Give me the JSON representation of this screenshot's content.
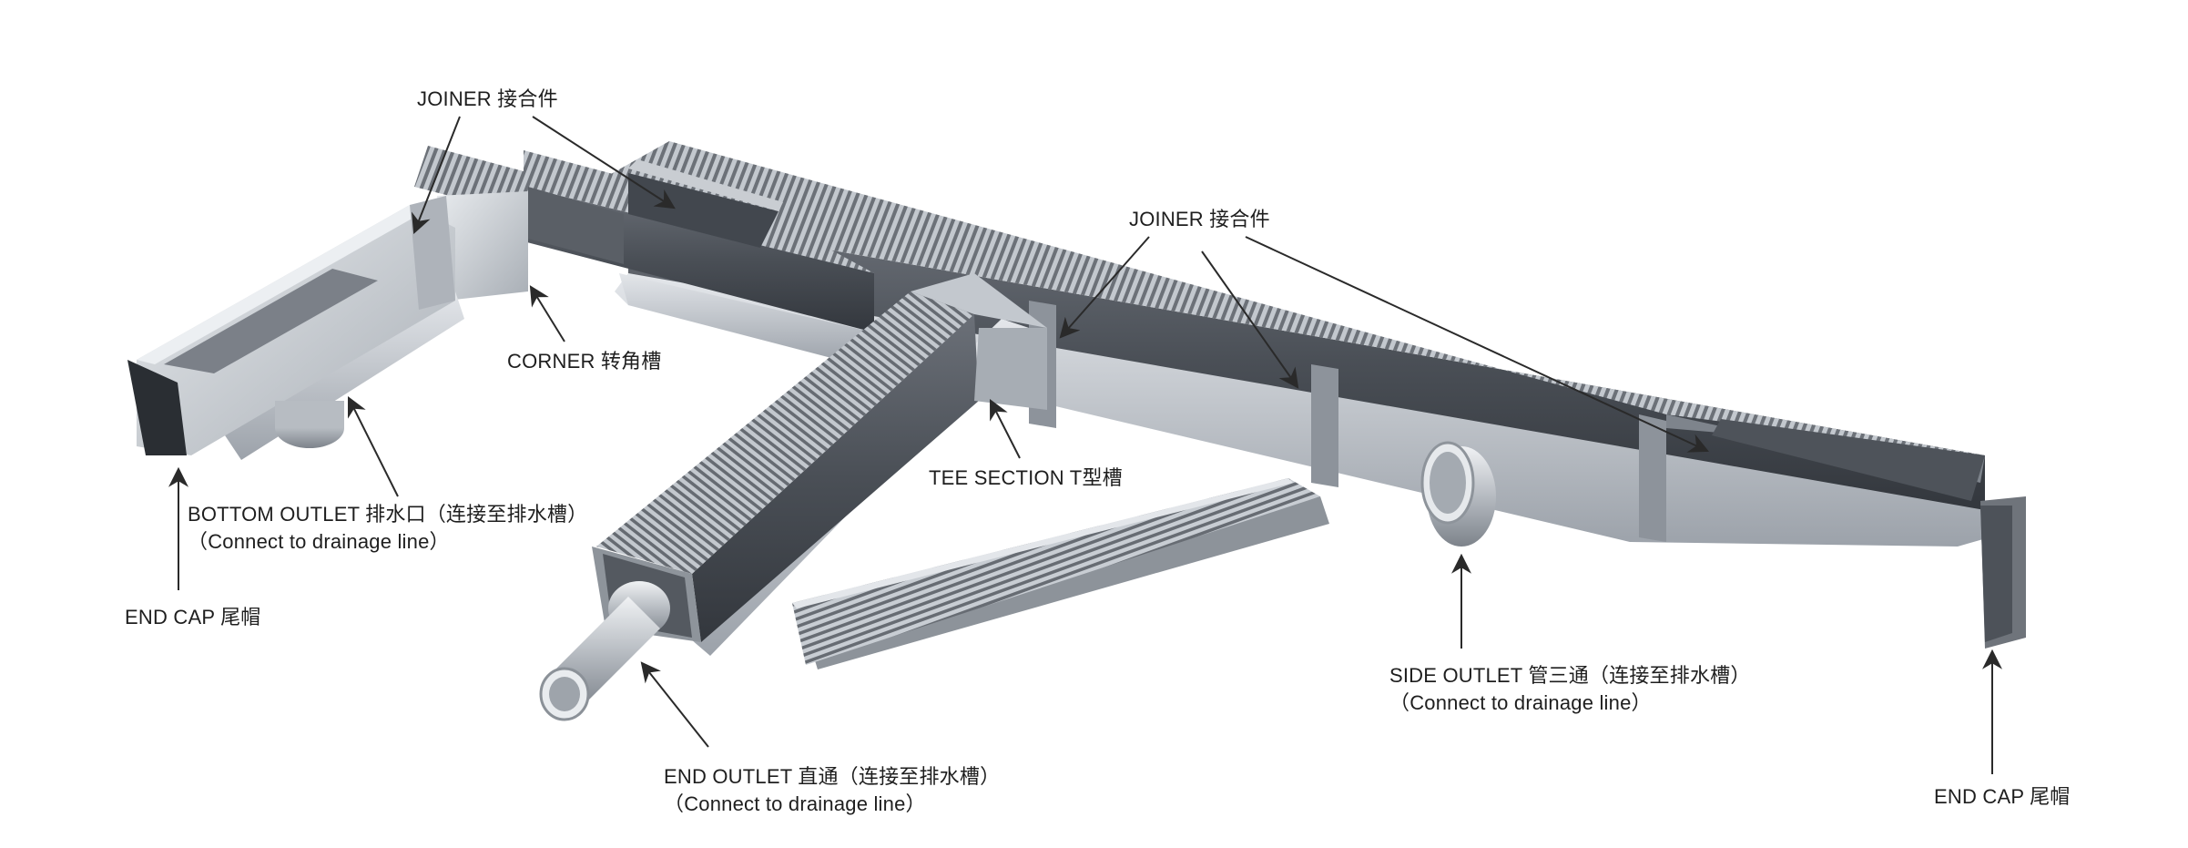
{
  "labels": {
    "joiner_1": "JOINER 接合件",
    "corner": "CORNER 转角槽",
    "bottom_outlet_line1": "BOTTOM OUTLET 排水口（连接至排水槽）",
    "bottom_outlet_line2": "（Connect to drainage line）",
    "end_cap_1": "END CAP 尾帽",
    "joiner_2": "JOINER 接合件",
    "tee_section": "TEE SECTION T型槽",
    "side_outlet_line1": "SIDE OUTLET 管三通（连接至排水槽）",
    "side_outlet_line2": "（Connect to drainage line）",
    "end_outlet_line1": "END OUTLET 直通（连接至排水槽）",
    "end_outlet_line2": "（Connect to drainage line）",
    "end_cap_2": "END CAP 尾帽"
  },
  "colors": {
    "steel_light": "#d3d7dc",
    "steel_mid": "#9aa0a8",
    "steel_dark": "#3e434a",
    "interior": "#52575e",
    "grate": "#b9bec5",
    "grate_slot": "#5a5f66",
    "arrow": "#2a2a2a",
    "text": "#1e1e1e"
  }
}
